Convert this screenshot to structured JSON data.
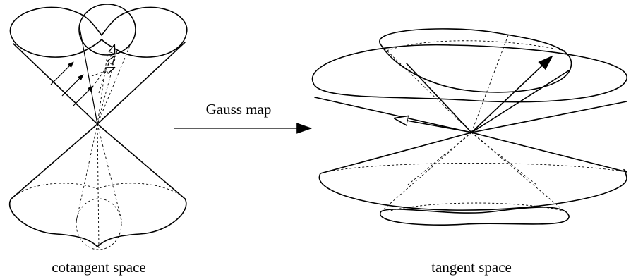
{
  "labels": {
    "gauss_map": "Gauss map",
    "left_caption": "cotangent space",
    "right_caption": "tangent space"
  }
}
